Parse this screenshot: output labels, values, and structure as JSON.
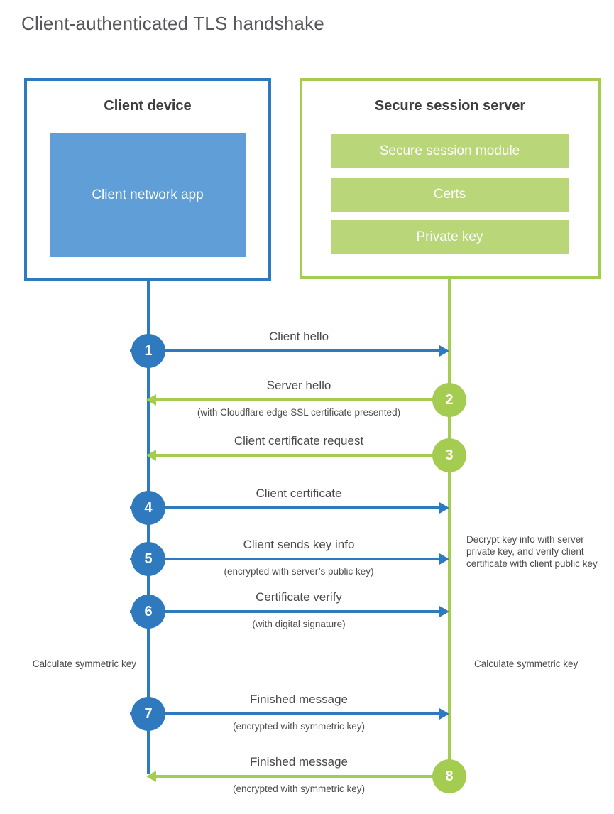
{
  "title": "Client-authenticated TLS handshake",
  "client_box": {
    "title": "Client device",
    "app_label": "Client network app"
  },
  "server_box": {
    "title": "Secure session server",
    "modules": [
      "Secure session module",
      "Certs",
      "Private key"
    ]
  },
  "steps": [
    {
      "num": "1",
      "from": "client",
      "to": "server",
      "label": "Client hello",
      "sub": ""
    },
    {
      "num": "2",
      "from": "server",
      "to": "client",
      "label": "Server hello",
      "sub": "(with Cloudflare edge SSL certificate presented)"
    },
    {
      "num": "3",
      "from": "server",
      "to": "client",
      "label": "Client certificate request",
      "sub": ""
    },
    {
      "num": "4",
      "from": "client",
      "to": "server",
      "label": "Client certificate",
      "sub": ""
    },
    {
      "num": "5",
      "from": "client",
      "to": "server",
      "label": "Client sends key info",
      "sub": "(encrypted with server’s public key)"
    },
    {
      "num": "6",
      "from": "client",
      "to": "server",
      "label": "Certificate verify",
      "sub": "(with digital signature)"
    },
    {
      "num": "7",
      "from": "client",
      "to": "server",
      "label": "Finished message",
      "sub": "(encrypted with symmetric key)"
    },
    {
      "num": "8",
      "from": "server",
      "to": "client",
      "label": "Finished message",
      "sub": "(encrypted with symmetric key)"
    }
  ],
  "notes": {
    "decrypt": "Decrypt key info with server private key, and verify client certificate with client public key",
    "calc_left": "Calculate symmetric key",
    "calc_right": "Calculate symmetric key"
  },
  "colors": {
    "client_blue": "#2f7abe",
    "client_fill_blue": "#5f9ed6",
    "server_green": "#a4cc50",
    "server_fill_green": "#b9d679",
    "heading_text": "#3e3e40",
    "label_text": "#4a4a4c",
    "title_text": "#55575c"
  }
}
